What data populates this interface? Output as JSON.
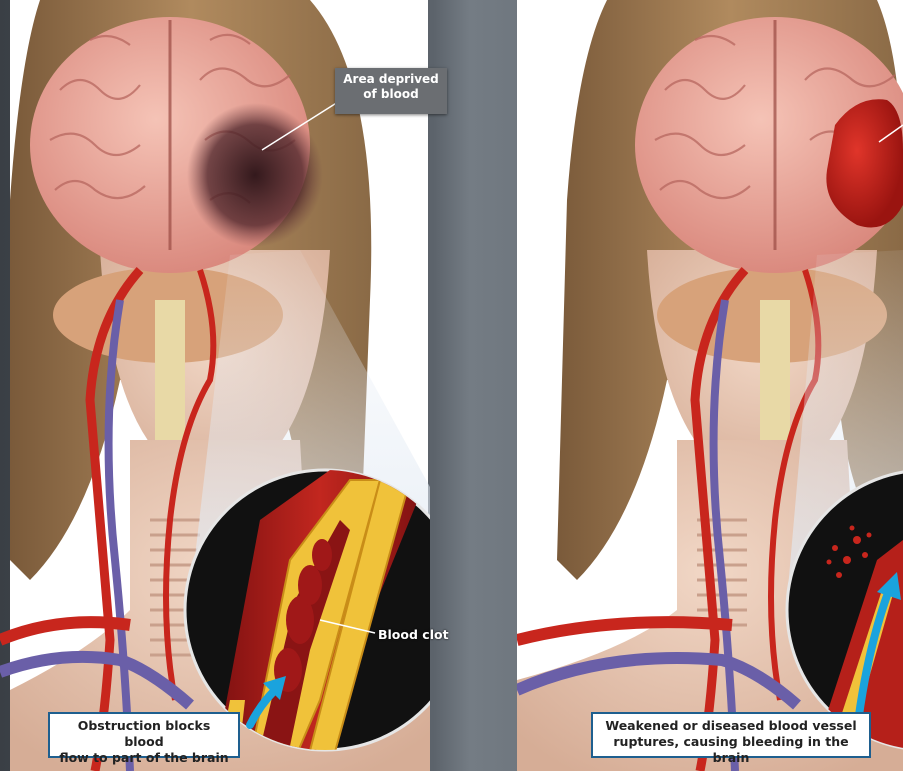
{
  "labels": {
    "area_deprived": "Area deprived of blood",
    "area_deprived_line1": "Area deprived",
    "area_deprived_line2": "of blood",
    "blood_clot": "Blood clot"
  },
  "captions": {
    "left": "Obstruction blocks blood flow to part of the brain",
    "left_line1": "Obstruction blocks blood",
    "left_line2": "flow to part of the brain",
    "right": "Weakened or diseased blood vessel ruptures, causing bleeding in the brain",
    "right_line1": "Weakened or diseased blood vessel",
    "right_line2": "ruptures, causing bleeding in the brain"
  },
  "colors": {
    "brain": "#e9a49a",
    "artery": "#c8261d",
    "vein": "#6a5fa8",
    "plaque": "#f0c23a",
    "arrow": "#1aa3dd",
    "caption_border": "#1e5f8f",
    "tag_bg": "#6b6e72"
  }
}
